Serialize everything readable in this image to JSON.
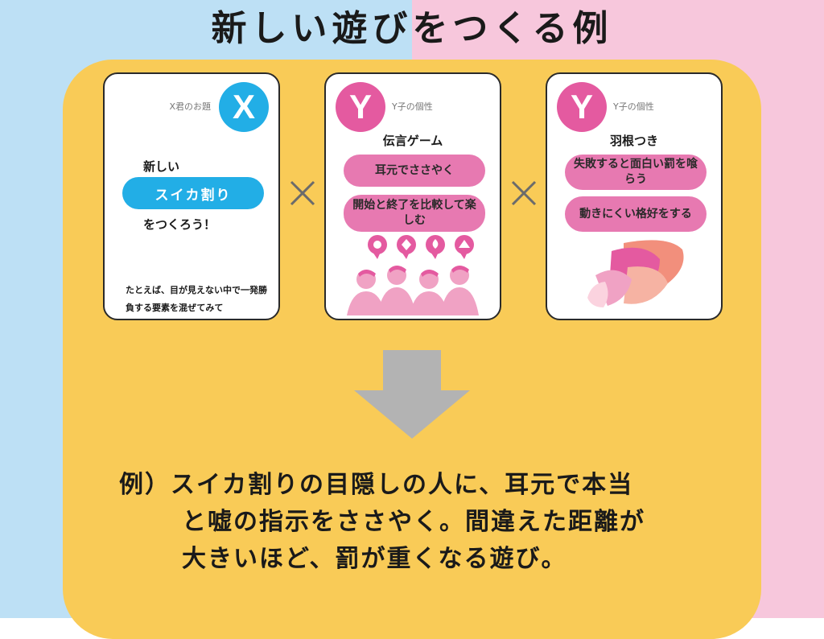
{
  "title": "新しい遊びをつくる例",
  "colors": {
    "bg_left": "#bde0f5",
    "bg_right": "#f7c7dc",
    "panel": "#f9cb57",
    "blue": "#22aee6",
    "pink": "#e45aa0",
    "pink_pill": "#e779b1",
    "arrow": "#b3b3b3"
  },
  "card_x": {
    "badge": "X",
    "category": "X君のお題",
    "line1": "新しい",
    "highlight": "スイカ割り",
    "line2": "をつくろう！",
    "hint": "たとえば、目が見えない中で一発勝負する要素を混ぜてみて"
  },
  "card_y1": {
    "badge": "Y",
    "category": "Y子の個性",
    "theme": "伝言ゲーム",
    "pill1": "耳元でささやく",
    "pill2": "開始と終了を比較して楽しむ"
  },
  "card_y2": {
    "badge": "Y",
    "category": "Y子の個性",
    "theme": "羽根つき",
    "pill1": "失敗すると面白い罰を喰らう",
    "pill2": "動きにくい格好をする"
  },
  "icons": {
    "multiply_1": "multiply-icon",
    "multiply_2": "multiply-icon",
    "arrow": "arrow-down-icon"
  },
  "example": {
    "line1": "例）スイカ割りの目隠しの人に、耳元で本当",
    "line2": "と嘘の指示をささやく。間違えた距離が",
    "line3": "大きいほど、罰が重くなる遊び。"
  }
}
